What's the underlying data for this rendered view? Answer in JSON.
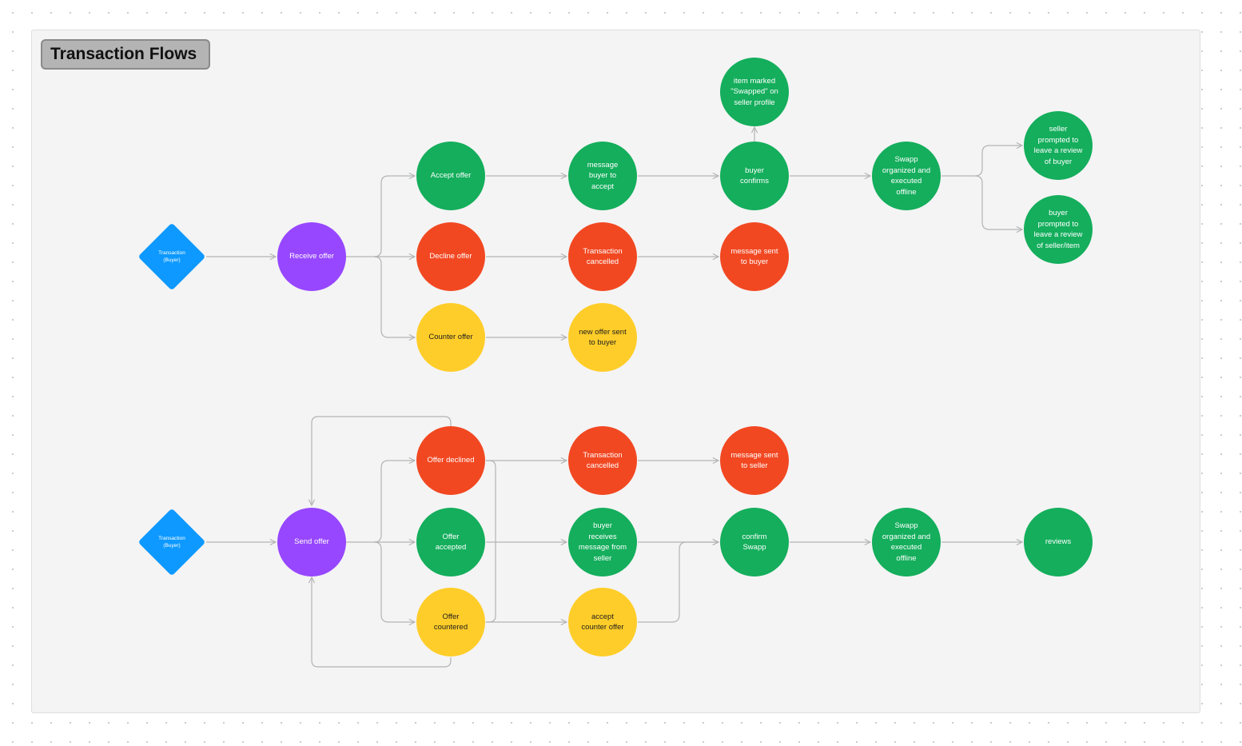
{
  "title": "Transaction Flows",
  "colors": {
    "green": "#14ae5c",
    "red": "#f24822",
    "yellow": "#ffcd29",
    "purple": "#9747ff",
    "blue": "#0d99ff",
    "connector": "#b3b3b3"
  },
  "seller_flow": {
    "start": "Transaction\n(Buyer)",
    "receive_offer": "Receive offer",
    "accept_offer": "Accept offer",
    "decline_offer": "Decline offer",
    "counter_offer": "Counter offer",
    "message_buyer_accept": "message\nbuyer to\naccept",
    "transaction_cancelled": "Transaction\ncancelled",
    "new_offer_sent": "new offer sent\nto buyer",
    "item_marked_swapped": "item marked\n\"Swapped\" on\nseller profile",
    "buyer_confirms": "buyer\nconfirms",
    "message_sent_buyer": "message sent\nto buyer",
    "swapp_organized": "Swapp\norganized and\nexecuted\noffline",
    "seller_prompted_review": "seller\nprompted to\nleave a review\nof buyer",
    "buyer_prompted_review": "buyer\nprompted to\nleave a review\nof seller/item"
  },
  "buyer_flow": {
    "start": "Transaction\n(Buyer)",
    "send_offer": "Send offer",
    "offer_declined": "Offer declined",
    "offer_accepted": "Offer\naccepted",
    "offer_countered": "Offer\ncountered",
    "transaction_cancelled": "Transaction\ncancelled",
    "buyer_receives_message": "buyer\nreceives\nmessage from\nseller",
    "accept_counter_offer": "accept\ncounter offer",
    "message_sent_seller": "message sent\nto seller",
    "confirm_swapp": "confirm\nSwapp",
    "swapp_organized": "Swapp\norganized and\nexecuted\noffline",
    "reviews": "reviews"
  }
}
